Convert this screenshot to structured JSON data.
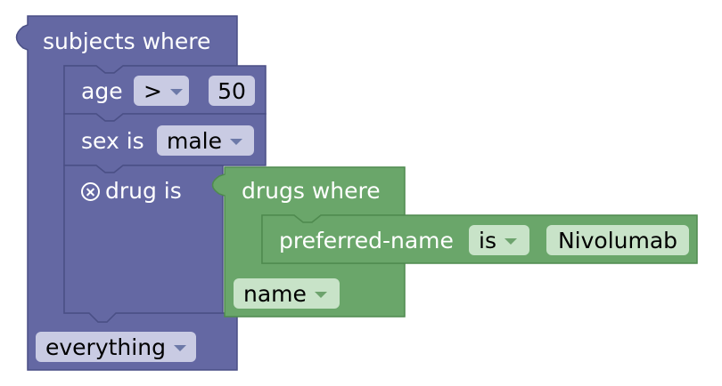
{
  "colors": {
    "subject_block": "#6468a3",
    "subject_block_border": "#4a4f85",
    "drug_block": "#6aa66a",
    "drug_block_border": "#4f8a4f",
    "dropdown_purple": "#c9cbe3",
    "dropdown_green": "#c8e3c8"
  },
  "subjects_block": {
    "title": "subjects where",
    "age_row": {
      "label": "age",
      "operator": ">",
      "value": "50"
    },
    "sex_row": {
      "label": "sex is",
      "value": "male"
    },
    "drug_row": {
      "icon": "remove-circle-icon",
      "label": "drug is"
    },
    "output": "everything"
  },
  "drugs_block": {
    "title": "drugs where",
    "condition": {
      "field": "preferred-name",
      "operator": "is",
      "value": "Nivolumab"
    },
    "output": "name"
  }
}
